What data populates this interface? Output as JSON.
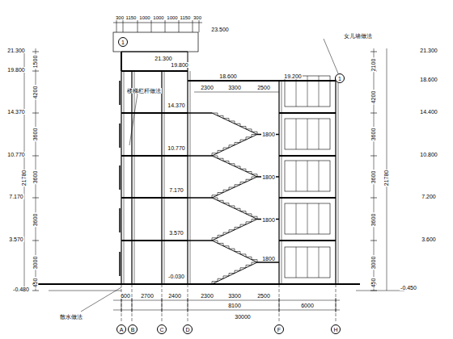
{
  "diagram": {
    "nodes": [
      {
        "text": [
          "1"
        ]
      },
      {
        "text": [
          "1"
        ]
      },
      {
        "text": [
          "A"
        ]
      },
      {
        "text": [
          "B"
        ]
      },
      {
        "text": [
          "C"
        ]
      },
      {
        "text": [
          "D"
        ]
      },
      {
        "text": [
          "F"
        ]
      },
      {
        "text": [
          "H"
        ]
      }
    ],
    "labels": [
      "300",
      "1150",
      "1000",
      "1000",
      "1000",
      "1150",
      "300",
      "23.500",
      "21.300",
      "19.800",
      "14.370",
      "10.770",
      "7.170",
      "3.570",
      "-0.480",
      "21.300",
      "19.800",
      "18.600",
      "19.200",
      "14.370",
      "10.770",
      "7.170",
      "3.570",
      "-0.030",
      "21.300",
      "18.600",
      "14.400",
      "10.800",
      "7.200",
      "3.600",
      "-0.450",
      "1500",
      "4200",
      "3600",
      "3600",
      "3600",
      "3000",
      "450",
      "21780",
      "2100",
      "4200",
      "3600",
      "3600",
      "3600",
      "3000",
      "450",
      "21780",
      "600",
      "2700",
      "2400",
      "2300",
      "3300",
      "2500",
      "8100",
      "6000",
      "30000",
      "2300",
      "3300",
      "2500",
      "1800",
      "1800",
      "1800",
      "1800",
      "女儿墙做法",
      "楼梯栏杆做法",
      "散水做法"
    ]
  }
}
